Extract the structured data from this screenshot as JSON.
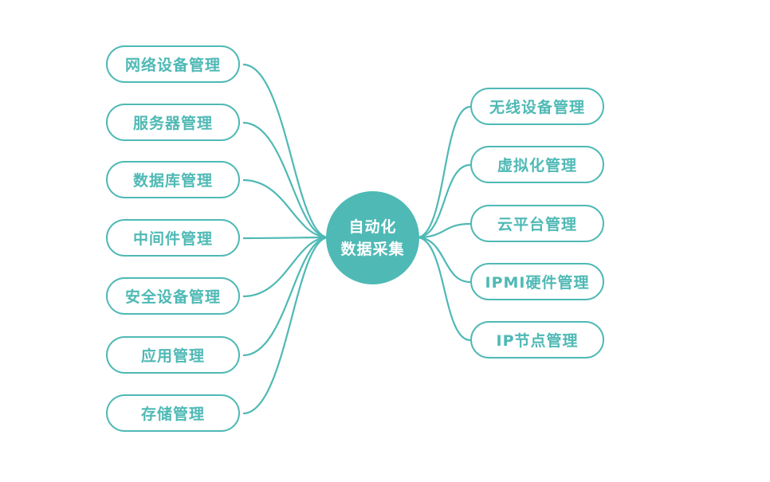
{
  "colors": {
    "accent": "#4fb9b5"
  },
  "center": {
    "line1": "自动化",
    "line2": "数据采集"
  },
  "left": [
    "网络设备管理",
    "服务器管理",
    "数据库管理",
    "中间件管理",
    "安全设备管理",
    "应用管理",
    "存储管理"
  ],
  "right": [
    "无线设备管理",
    "虚拟化管理",
    "云平台管理",
    "IPMI硬件管理",
    "IP节点管理"
  ]
}
